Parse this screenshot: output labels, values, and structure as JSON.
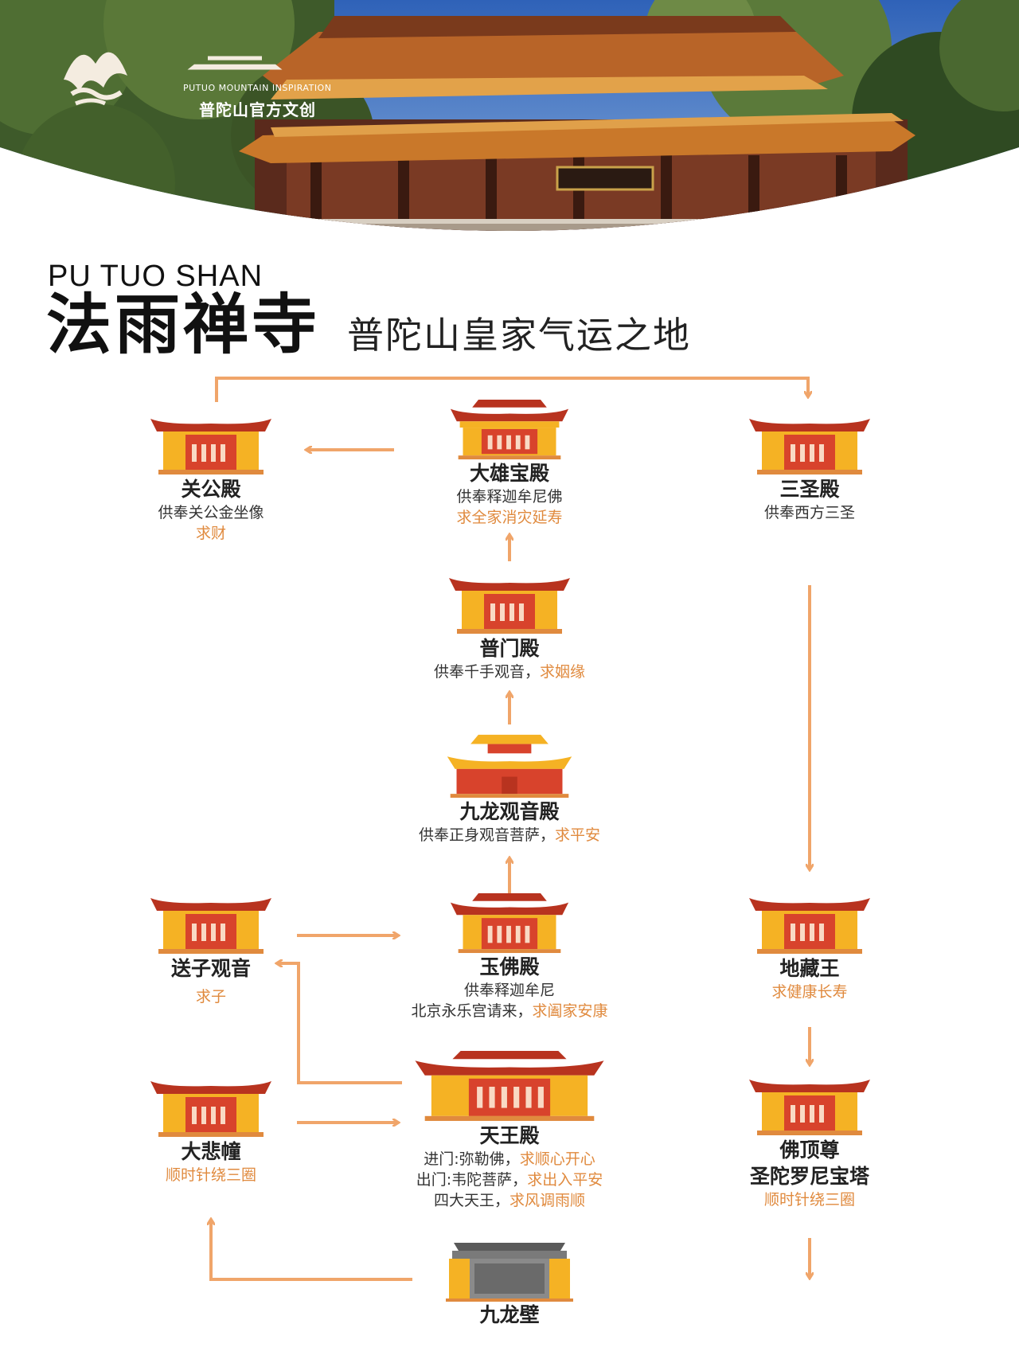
{
  "brand": {
    "en": "PUTUO MOUNTAIN INSPIRATION",
    "cn": "普陀山官方文创"
  },
  "header": {
    "en_title": "PU TUO SHAN",
    "cn_title": "法雨禅寺",
    "cn_subtitle": "普陀山皇家气运之地"
  },
  "colors": {
    "arrow": "#f0a56a",
    "wish_text": "#e08a3e",
    "temple_wall": "#f5b224",
    "temple_red": "#d8432c",
    "temple_roof": "#b8331f"
  },
  "nodes": {
    "daxiong": {
      "name": "大雄宝殿",
      "line1": "供奉释迦牟尼佛",
      "wish": "求全家消灾延寿"
    },
    "guangong": {
      "name": "关公殿",
      "line1": "供奉关公金坐像",
      "wish": "求财"
    },
    "sansheng": {
      "name": "三圣殿",
      "line1": "供奉西方三圣"
    },
    "pumen": {
      "name": "普门殿",
      "line1": "供奉千手观音，",
      "wish": "求姻缘"
    },
    "jiulong_guanyin": {
      "name": "九龙观音殿",
      "line1": "供奉正身观音菩萨，",
      "wish": "求平安"
    },
    "songzi": {
      "name": "送子观音",
      "wish": "求子"
    },
    "yufo": {
      "name": "玉佛殿",
      "line1": "供奉释迦牟尼",
      "line2": "北京永乐宫请来，",
      "wish": "求阖家安康"
    },
    "dizang": {
      "name": "地藏王",
      "wish": "求健康长寿"
    },
    "dabei": {
      "name": "大悲幢",
      "wish": "顺时针绕三圈"
    },
    "tianwang": {
      "name": "天王殿",
      "l1a": "进门:弥勒佛，",
      "l1b": "求顺心开心",
      "l2a": "出门:韦陀菩萨，",
      "l2b": "求出入平安",
      "l3a": "四大天王，",
      "l3b": "求风调雨顺"
    },
    "foding": {
      "name1": "佛顶尊",
      "name2": "圣陀罗尼宝塔",
      "wish": "顺时针绕三圈"
    },
    "jiulongbi": {
      "name": "九龙壁"
    }
  }
}
